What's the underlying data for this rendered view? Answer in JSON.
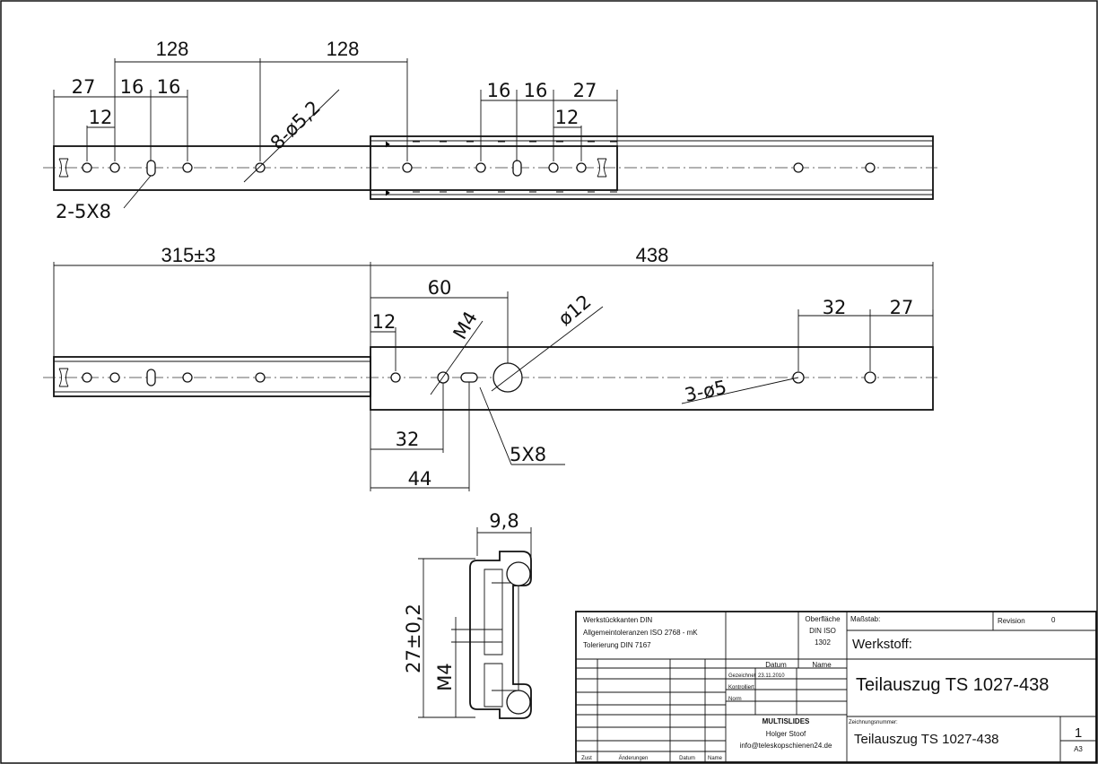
{
  "top_view": {
    "dims": {
      "d128a": "128",
      "d128b": "128",
      "d27a": "27",
      "d16a": "16",
      "d16b": "16",
      "d12a": "12",
      "d16c": "16",
      "d16d": "16",
      "d27b": "27",
      "d12b": "12",
      "holes": "8-ø5,2",
      "slot": "2-5X8"
    }
  },
  "side_view": {
    "dims": {
      "d315": "315",
      "tol": "±3",
      "d438": "438",
      "d60": "60",
      "d12": "12",
      "m4": "M4",
      "d12dia": "ø12",
      "d32a": "32",
      "d27": "27",
      "holes3": "3-ø5",
      "d32b": "32",
      "slot": "5X8",
      "d44": "44"
    }
  },
  "section_view": {
    "dims": {
      "width": "9,8",
      "height": "27±0,2",
      "m4": "M4"
    }
  },
  "title_block": {
    "notes": [
      "Werkstückkanten DIN",
      "Allgemeintoleranzen ISO 2768 - mK",
      "Tolerierung DIN 7167"
    ],
    "surface_label": "Oberfläche",
    "surface_std": "DIN ISO",
    "surface_num": "1302",
    "scale_label": "Maßstab:",
    "revision_label": "Revision",
    "revision_value": "0",
    "material_label": "Werkstoff:",
    "datum_header": "Datum",
    "name_header": "Name",
    "row_drawn": "Gezeichnet",
    "row_checked": "Kontrolliert",
    "row_norm": "Norm",
    "drawn_date": "23.11.2010",
    "title": "Teilauszug TS 1027-438",
    "drawing_no_label": "Zeichnungsnummer:",
    "drawing_no": "Teilauszug TS 1027-438",
    "company": "MULTISLIDES",
    "author": "Holger Stoof",
    "email": "info@teleskopschienen24.de",
    "sheet_no": "1",
    "format": "A3",
    "rev_footer": [
      "Zust",
      "Änderungen",
      "Datum",
      "Name"
    ]
  }
}
